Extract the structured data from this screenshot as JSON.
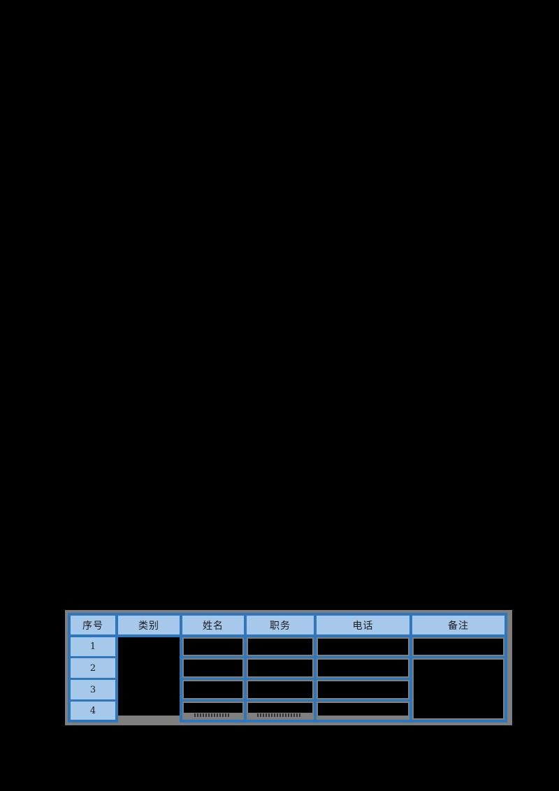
{
  "colors": {
    "page_background": "#000000",
    "table_border_blue": "#2e77bd",
    "header_fill_light_blue": "#a6c8ea",
    "shadow_gray": "#7f7f7f",
    "redaction_black": "#000000",
    "text_color": "#1c1c1c"
  },
  "table": {
    "headers": [
      "序号",
      "类别",
      "姓名",
      "职务",
      "电话",
      "备注"
    ],
    "row_numbers": [
      "1",
      "2",
      "3",
      "4"
    ]
  }
}
